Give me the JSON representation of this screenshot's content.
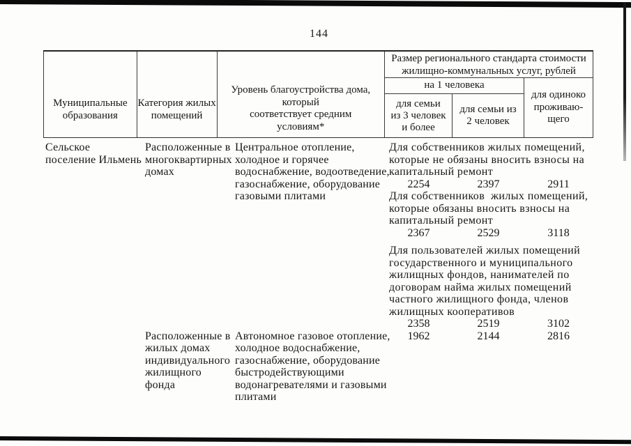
{
  "page": {
    "number": "144"
  },
  "table": {
    "header": {
      "municipality": "Муниципальные\nобразования",
      "category": "Категория жилых\nпомещений",
      "amenity": "Уровень благоустройства дома,\nкоторый\nсоответствует средним\nусловиям*",
      "cost_title": "Размер регионального стандарта стоимости\nжилищно-коммунальных услуг, рублей",
      "per_person": "на 1 человека",
      "family3": "для семьи\nиз 3 человек\nи более",
      "family2": "для семьи из\n2 человек",
      "single": "для одиноко\nпроживаю-\nщего"
    },
    "body": {
      "row1": {
        "municipality": "Сельское\nпоселение Ильмень",
        "category": "Расположенные в\nмногоквартирных\nдомах",
        "amenity": "Центральное отопление,\nхолодное и горячее\nводоснабжение, водоотведение,\nгазоснабжение, оборудование\nгазовыми плитами",
        "blocks": [
          {
            "label": "Для собственников жилых помещений,\nкоторые не обязаны вносить взносы на\nкапитальный ремонт",
            "values": [
              "2254",
              "2397",
              "2911"
            ]
          },
          {
            "label": "Для собственников  жилых помещений,\nкоторые обязаны вносить взносы на\nкапитальный ремонт",
            "values": [
              "2367",
              "2529",
              "3118"
            ]
          },
          {
            "label": "Для пользователей жилых помещений\nгосударственного и муниципального\nжилищных фондов, нанимателей по\nдоговорам найма жилых помещений\nчастного жилищного фонда, членов\nжилищных кооперативов",
            "values": [
              "2358",
              "2519",
              "3102"
            ]
          }
        ]
      },
      "row2": {
        "municipality": "",
        "category": "Расположенные в\nжилых домах\nиндивидуального\nжилищного\nфонда",
        "amenity": "Автономное газовое отопление,\nхолодное водоснабжение,\nгазоснабжение, оборудование\nбыстродействующими\nводонагревателями и газовыми\nплитами",
        "values": [
          "1962",
          "2144",
          "2816"
        ]
      }
    }
  }
}
